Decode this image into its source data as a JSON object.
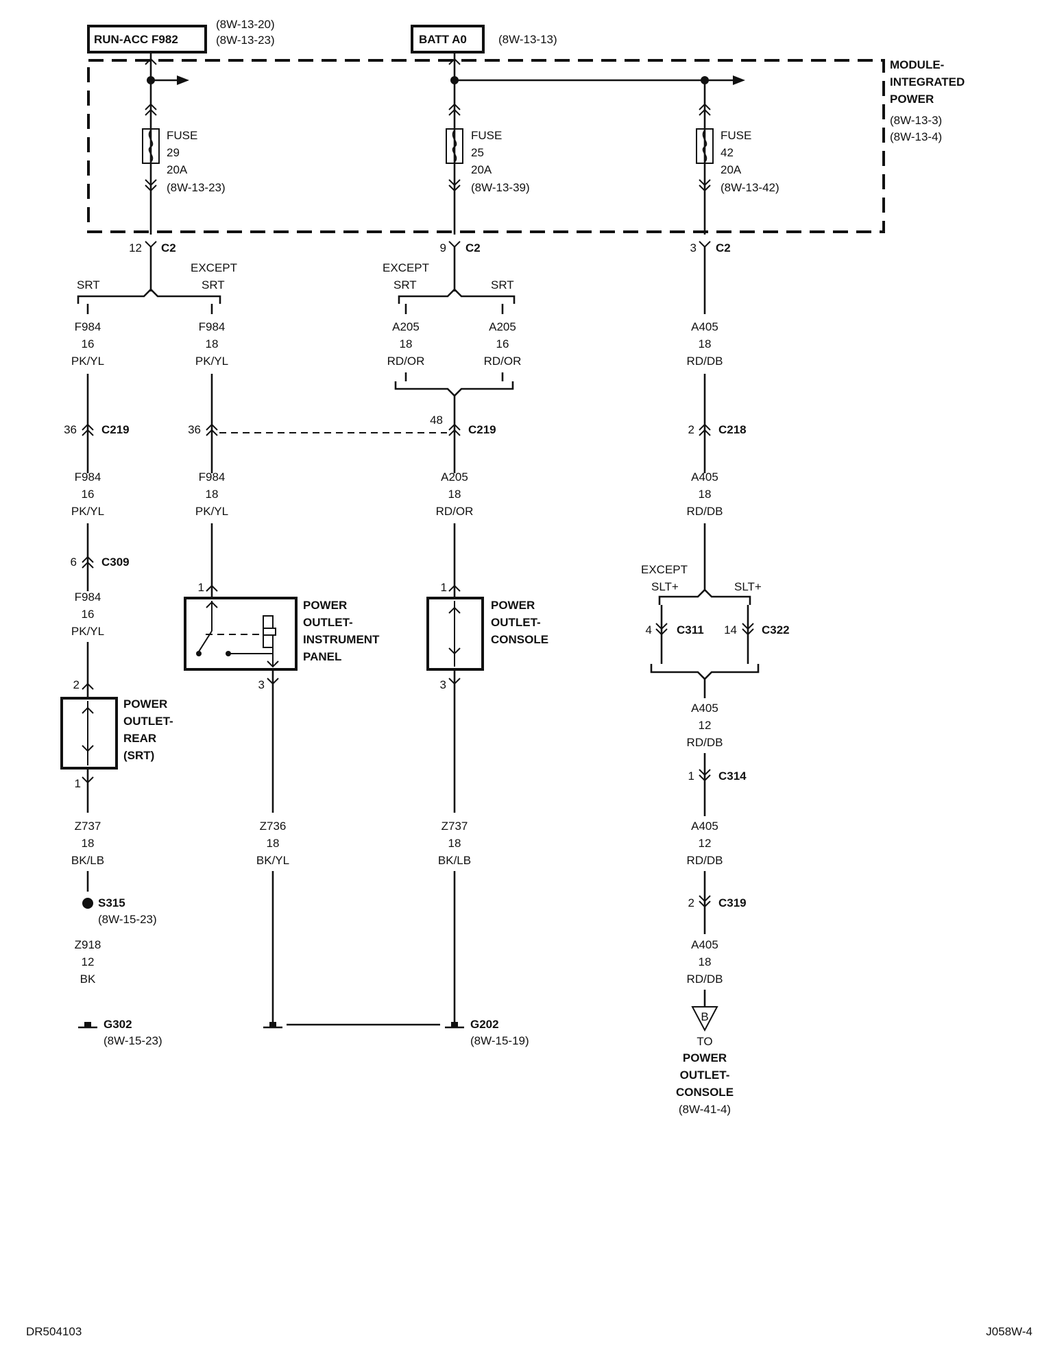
{
  "sources": {
    "run_acc": {
      "label": "RUN-ACC F982",
      "refs": [
        "(8W-13-20)",
        "(8W-13-23)"
      ]
    },
    "batt": {
      "label": "BATT A0",
      "ref": "(8W-13-13)"
    }
  },
  "module": {
    "name": [
      "MODULE-",
      "INTEGRATED",
      "POWER"
    ],
    "refs": [
      "(8W-13-3)",
      "(8W-13-4)"
    ]
  },
  "fuses": [
    {
      "lines": [
        "FUSE",
        "29",
        "20A",
        "(8W-13-23)"
      ],
      "pin": "12",
      "conn": "C2"
    },
    {
      "lines": [
        "FUSE",
        "25",
        "20A",
        "(8W-13-39)"
      ],
      "pin": "9",
      "conn": "C2"
    },
    {
      "lines": [
        "FUSE",
        "42",
        "20A",
        "(8W-13-42)"
      ],
      "pin": "3",
      "conn": "C2"
    }
  ],
  "options": {
    "srt": "SRT",
    "except_srt": [
      "EXCEPT",
      "SRT"
    ],
    "except_slt": [
      "EXCEPT",
      "SLT+"
    ],
    "slt": "SLT+"
  },
  "wires": {
    "f984_16_top": [
      "F984",
      "16",
      "PK/YL"
    ],
    "f984_18_top": [
      "F984",
      "18",
      "PK/YL"
    ],
    "a205_18_top": [
      "A205",
      "18",
      "RD/OR"
    ],
    "a205_16_top": [
      "A205",
      "16",
      "RD/OR"
    ],
    "a405_18_top": [
      "A405",
      "18",
      "RD/DB"
    ],
    "f984_16_mid": [
      "F984",
      "16",
      "PK/YL"
    ],
    "f984_18_mid": [
      "F984",
      "18",
      "PK/YL"
    ],
    "a205_18_mid": [
      "A205",
      "18",
      "RD/OR"
    ],
    "a405_18_mid": [
      "A405",
      "18",
      "RD/DB"
    ],
    "f984_16_low": [
      "F984",
      "16",
      "PK/YL"
    ],
    "a405_12_a": [
      "A405",
      "12",
      "RD/DB"
    ],
    "a405_12_b": [
      "A405",
      "12",
      "RD/DB"
    ],
    "a405_18_bot": [
      "A405",
      "18",
      "RD/DB"
    ],
    "z737_left": [
      "Z737",
      "18",
      "BK/LB"
    ],
    "z736": [
      "Z736",
      "18",
      "BK/YL"
    ],
    "z737_right": [
      "Z737",
      "18",
      "BK/LB"
    ],
    "z918": [
      "Z918",
      "12",
      "BK"
    ]
  },
  "connectors": {
    "c219_a": {
      "pin": "36",
      "name": "C219"
    },
    "c219_b": {
      "pin": "36"
    },
    "c219_c": {
      "pin": "48",
      "name": "C219"
    },
    "c218": {
      "pin": "2",
      "name": "C218"
    },
    "c309": {
      "pin": "6",
      "name": "C309"
    },
    "c311": {
      "pin": "4",
      "name": "C311"
    },
    "c322": {
      "pin": "14",
      "name": "C322"
    },
    "c314": {
      "pin": "1",
      "name": "C314"
    },
    "c319": {
      "pin": "2",
      "name": "C319"
    },
    "ip_pin1": "1",
    "ip_pin3": "3",
    "console_pin1": "1",
    "console_pin3": "3",
    "rear_pin2": "2",
    "rear_pin1": "1"
  },
  "components": {
    "outlet_ip": [
      "POWER",
      "OUTLET-",
      "INSTRUMENT",
      "PANEL"
    ],
    "outlet_console": [
      "POWER",
      "OUTLET-",
      "CONSOLE"
    ],
    "outlet_rear": [
      "POWER",
      "OUTLET-",
      "REAR",
      "(SRT)"
    ]
  },
  "splice": {
    "name": "S315",
    "ref": "(8W-15-23)"
  },
  "grounds": {
    "g302": {
      "name": "G302",
      "ref": "(8W-15-23)"
    },
    "g202": {
      "name": "G202",
      "ref": "(8W-15-19)"
    }
  },
  "offpage": {
    "letter": "B",
    "lines": [
      "TO",
      "POWER",
      "OUTLET-",
      "CONSOLE"
    ],
    "ref": "(8W-41-4)"
  },
  "footer": {
    "left": "DR504103",
    "right": "J058W-4"
  }
}
